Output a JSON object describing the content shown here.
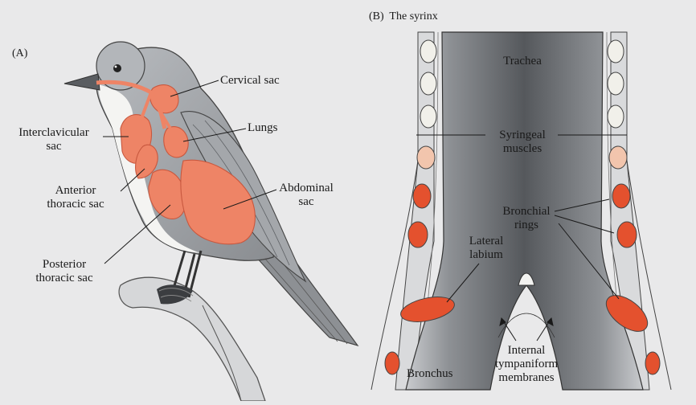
{
  "panel_a": {
    "tag": "(A)",
    "labels": {
      "cervical_sac": "Cervical sac",
      "lungs": "Lungs",
      "interclavicular_1": "Interclavicular",
      "interclavicular_2": "sac",
      "abdominal_1": "Abdominal",
      "abdominal_2": "sac",
      "anterior_1": "Anterior",
      "anterior_2": "thoracic sac",
      "posterior_1": "Posterior",
      "posterior_2": "thoracic sac"
    }
  },
  "panel_b": {
    "tag": "(B)",
    "title": "The syrinx",
    "labels": {
      "trachea": "Trachea",
      "syringeal_1": "Syringeal",
      "syringeal_2": "muscles",
      "bronchial_1": "Bronchial",
      "bronchial_2": "rings",
      "lateral_1": "Lateral",
      "lateral_2": "labium",
      "internal_1": "Internal",
      "internal_2": "tympaniform",
      "internal_3": "membranes",
      "bronchus": "Bronchus"
    }
  },
  "colors": {
    "background": "#e9e9ea",
    "sac_fill": "#ee8466",
    "sac_stroke": "#c8583f",
    "bird_gray": "#9c9fa3",
    "tube_dark": "#5d6064",
    "ring_pale": "#f1f0ea",
    "ring_peach": "#f2c5ad",
    "ring_red": "#e4512e"
  }
}
